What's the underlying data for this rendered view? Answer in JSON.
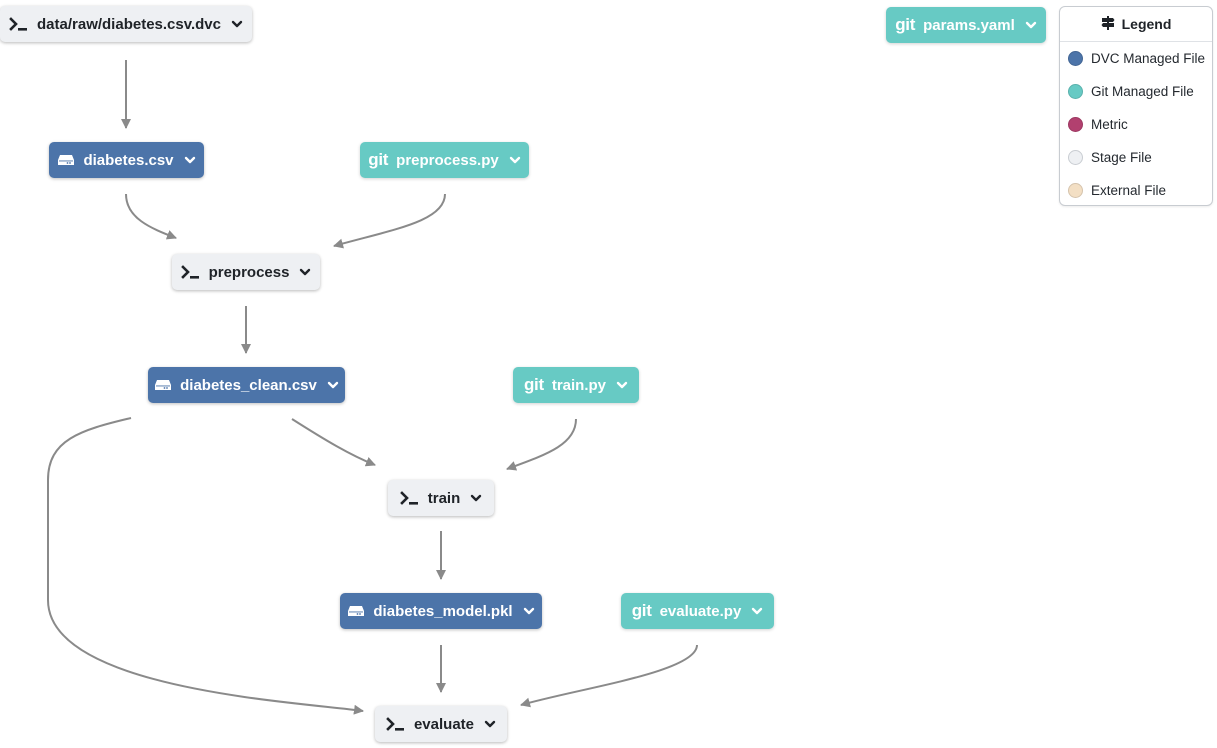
{
  "nodes": {
    "raw_dvc": {
      "label": "data/raw/diabetes.csv.dvc",
      "kind": "stage"
    },
    "params": {
      "label": "params.yaml",
      "kind": "git"
    },
    "diabetes_csv": {
      "label": "diabetes.csv",
      "kind": "dvc"
    },
    "preprocess_py": {
      "label": "preprocess.py",
      "kind": "git"
    },
    "preprocess": {
      "label": "preprocess",
      "kind": "stage"
    },
    "diabetes_clean": {
      "label": "diabetes_clean.csv",
      "kind": "dvc"
    },
    "train_py": {
      "label": "train.py",
      "kind": "git"
    },
    "train": {
      "label": "train",
      "kind": "stage"
    },
    "diabetes_model": {
      "label": "diabetes_model.pkl",
      "kind": "dvc"
    },
    "evaluate_py": {
      "label": "evaluate.py",
      "kind": "git"
    },
    "evaluate": {
      "label": "evaluate",
      "kind": "stage"
    }
  },
  "git_icon_text": "git",
  "edges": [
    [
      "raw_dvc",
      "diabetes_csv"
    ],
    [
      "diabetes_csv",
      "preprocess"
    ],
    [
      "preprocess_py",
      "preprocess"
    ],
    [
      "preprocess",
      "diabetes_clean"
    ],
    [
      "diabetes_clean",
      "train"
    ],
    [
      "train_py",
      "train"
    ],
    [
      "train",
      "diabetes_model"
    ],
    [
      "diabetes_model",
      "evaluate"
    ],
    [
      "diabetes_clean",
      "evaluate"
    ],
    [
      "evaluate_py",
      "evaluate"
    ]
  ],
  "legend": {
    "title": "Legend",
    "items": [
      {
        "label": "DVC Managed File",
        "color": "#4c74a9"
      },
      {
        "label": "Git Managed File",
        "color": "#67cac4"
      },
      {
        "label": "Metric",
        "color": "#b2406f"
      },
      {
        "label": "Stage File",
        "color": "#eef0f3"
      },
      {
        "label": "External File",
        "color": "#f3dfc4"
      }
    ]
  },
  "colors": {
    "edge": "#8a8a8a",
    "stage_bg": "#eef0f3",
    "dvc_bg": "#4c74a9",
    "git_bg": "#67cac4"
  }
}
